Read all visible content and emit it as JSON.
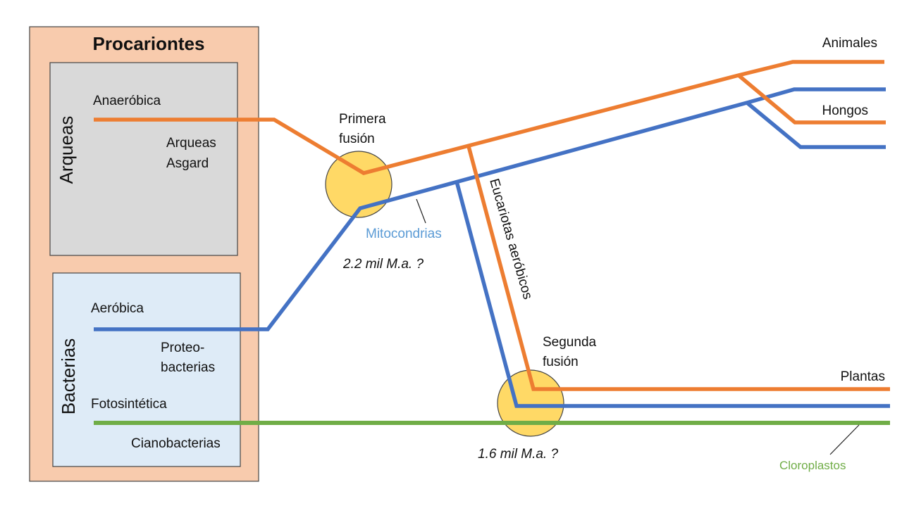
{
  "colors": {
    "anaerobic": "#ED7D31",
    "aerobic": "#4472C4",
    "photosynthetic": "#70AD47",
    "fusion": "#FFD966",
    "prokaryote_box": "#F8CBAD",
    "archaea_box": "#D9D9D9",
    "bacteria_box": "#DEEBF7",
    "mito_label": "#5B9BD5",
    "cloro_label": "#70AD47"
  },
  "labels": {
    "procariontes": "Procariontes",
    "arqueas": "Arqueas",
    "bacterias": "Bacterias",
    "anaerobica": "Anaeróbica",
    "arqueas_asgard_1": "Arqueas",
    "arqueas_asgard_2": "Asgard",
    "aerobica": "Aeróbica",
    "proteo_1": "Proteo-",
    "proteo_2": "bacterias",
    "fotosintetica": "Fotosintética",
    "cianobacterias": "Cianobacterias",
    "primera_1": "Primera",
    "primera_2": "fusión",
    "mitocondrias": "Mitocondrias",
    "time1": "2.2 mil M.a. ?",
    "eucariotas": "Eucariotas aeróbicos",
    "segunda_1": "Segunda",
    "segunda_2": "fusión",
    "time2": "1.6 mil M.a. ?",
    "animales": "Animales",
    "hongos": "Hongos",
    "plantas": "Plantas",
    "cloroplastos": "Cloroplastos"
  }
}
